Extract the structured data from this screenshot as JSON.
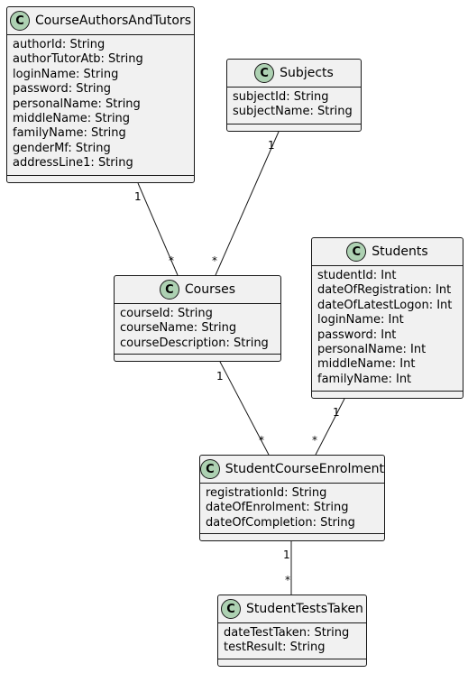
{
  "classes": [
    {
      "name": "CourseAuthorsAndTutors",
      "badge": "C",
      "attributes": [
        "authorId: String",
        "authorTutorAtb: String",
        "loginName: String",
        "password: String",
        "personalName: String",
        "middleName: String",
        "familyName: String",
        "genderMf: String",
        "addressLine1: String"
      ]
    },
    {
      "name": "Subjects",
      "badge": "C",
      "attributes": [
        "subjectId: String",
        "subjectName: String"
      ]
    },
    {
      "name": "Students",
      "badge": "C",
      "attributes": [
        "studentId: Int",
        "dateOfRegistration: Int",
        "dateOfLatestLogon: Int",
        "loginName: Int",
        "password: Int",
        "personalName: Int",
        "middleName: Int",
        "familyName: Int"
      ]
    },
    {
      "name": "Courses",
      "badge": "C",
      "attributes": [
        "courseId: String",
        "courseName: String",
        "courseDescription: String"
      ]
    },
    {
      "name": "StudentCourseEnrolment",
      "badge": "C",
      "attributes": [
        "registrationId: String",
        "dateOfEnrolment: String",
        "dateOfCompletion: String"
      ]
    },
    {
      "name": "StudentTestsTaken",
      "badge": "C",
      "attributes": [
        "dateTestTaken: String",
        "testResult: String"
      ]
    }
  ],
  "relations": [
    {
      "from": "CourseAuthorsAndTutors",
      "to": "Courses",
      "from_mult": "1",
      "to_mult": "*"
    },
    {
      "from": "Subjects",
      "to": "Courses",
      "from_mult": "1",
      "to_mult": "*"
    },
    {
      "from": "Courses",
      "to": "StudentCourseEnrolment",
      "from_mult": "1",
      "to_mult": "*"
    },
    {
      "from": "Students",
      "to": "StudentCourseEnrolment",
      "from_mult": "1",
      "to_mult": "*"
    },
    {
      "from": "StudentCourseEnrolment",
      "to": "StudentTestsTaken",
      "from_mult": "1",
      "to_mult": "*"
    }
  ],
  "colors": {
    "class_fill": "#f1f1f1",
    "badge_fill": "#add1b2",
    "border": "#181818"
  }
}
